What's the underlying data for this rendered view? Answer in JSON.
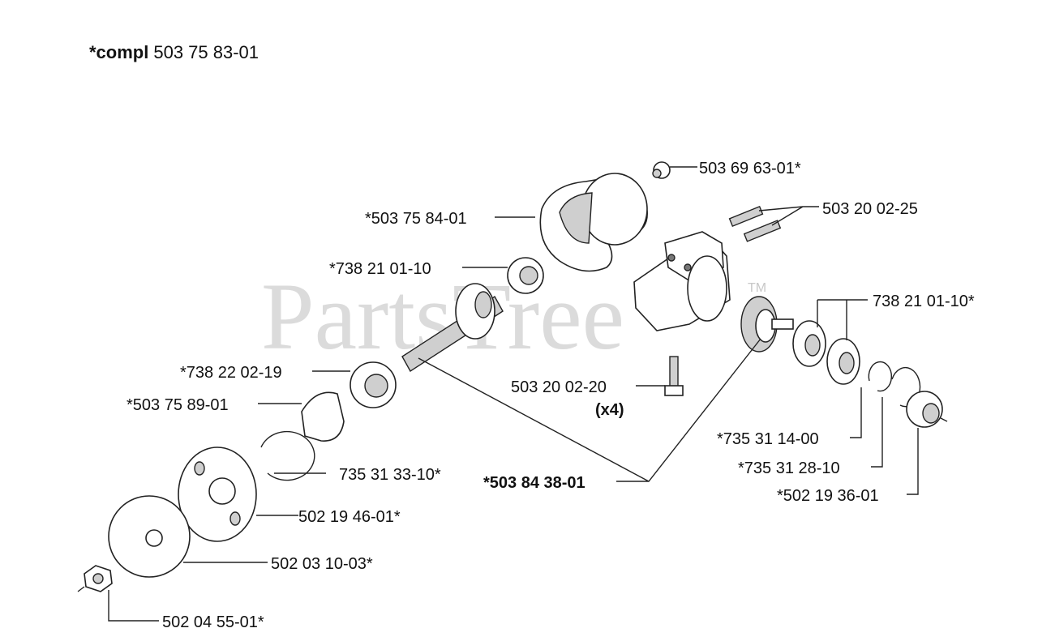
{
  "header": {
    "prefix": "*compl",
    "number": "503 75 83-01"
  },
  "watermark": {
    "text": "PartsTree",
    "tm": "TM"
  },
  "labels": {
    "l1": "503 69 63-01*",
    "l2": "*503 75 84-01",
    "l3": "503 20 02-25",
    "l4": "*738 21 01-10",
    "l5": "738 21 01-10*",
    "l6": "*738 22 02-19",
    "l7": "503 20 02-20",
    "l7b": "(x4)",
    "l8": "*503 75 89-01",
    "l9": "*735 31 14-00",
    "l10": "735 31 33-10*",
    "l11": "*503 84 38-01",
    "l12": "*735 31 28-10",
    "l13": "*502 19 36-01",
    "l14": "502 19 46-01*",
    "l15": "502 03 10-03*",
    "l16": "502 04 55-01*"
  }
}
